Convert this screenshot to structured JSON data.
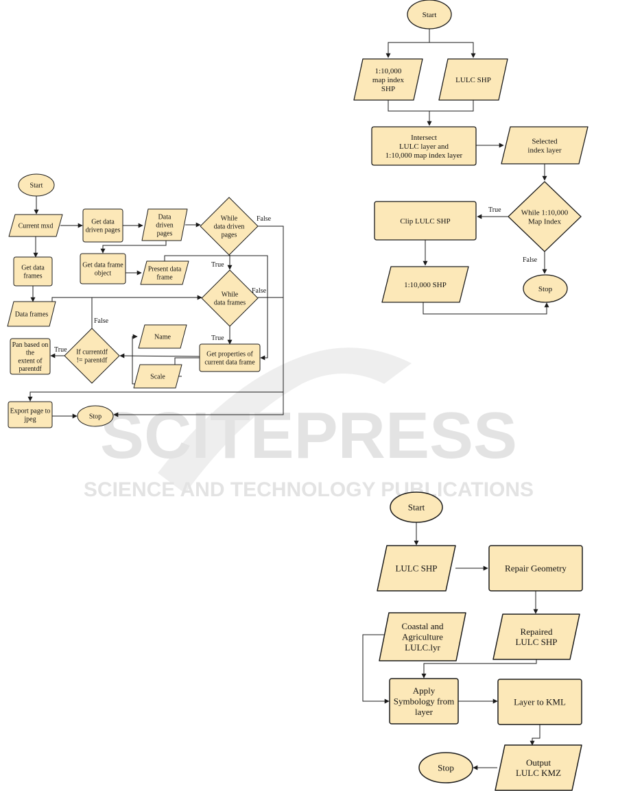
{
  "colors": {
    "fill": "#FCE8B8",
    "stroke": "#1a1a1a",
    "watermark": "#e3e3e3"
  },
  "watermark": {
    "title": "SCITEPRESS",
    "subtitle": "SCIENCE AND TECHNOLOGY PUBLICATIONS"
  },
  "diagram_left": {
    "nodes": {
      "start": "Start",
      "current_mxd": "Current mxd",
      "get_ddp": [
        "Get data",
        "driven pages"
      ],
      "ddp": [
        "Data",
        "driven",
        "pages"
      ],
      "while_ddp": [
        "While",
        "data driven",
        "pages"
      ],
      "get_df_obj": [
        "Get data frame",
        "object"
      ],
      "present_df": [
        "Present data",
        "frame"
      ],
      "get_frames": [
        "Get data",
        "frames"
      ],
      "data_frames": "Data frames",
      "while_df": [
        "While",
        "data frames"
      ],
      "name": "Name",
      "scale": "Scale",
      "if_current": [
        "If currentdf",
        "!= parentdf"
      ],
      "get_props": [
        "Get properties of",
        "current data frame"
      ],
      "pan": [
        "Pan based on",
        "the",
        "extent of",
        "parentdf"
      ],
      "export": [
        "Export page to",
        "jpeg"
      ],
      "stop": "Stop"
    },
    "labels": {
      "false1": "False",
      "true1": "True",
      "false2": "False",
      "true2": "True",
      "false3": "False",
      "true3": "True"
    }
  },
  "diagram_top_right": {
    "nodes": {
      "start": "Start",
      "map_index": [
        "1:10,000",
        "map index",
        "SHP"
      ],
      "lulc_shp": "LULC SHP",
      "intersect": [
        "Intersect",
        "LULC layer and",
        "1:10,000 map index layer"
      ],
      "selected": [
        "Selected",
        "index layer"
      ],
      "while_map": [
        "While 1:10,000",
        "Map Index"
      ],
      "clip": "Clip LULC SHP",
      "shp10k": "1:10,000 SHP",
      "stop": "Stop"
    },
    "labels": {
      "true": "True",
      "false": "False"
    }
  },
  "diagram_bottom_right": {
    "nodes": {
      "start": "Start",
      "lulc_shp": "LULC SHP",
      "repair": "Repair Geometry",
      "coastal": [
        "Coastal and",
        "Agriculture",
        "LULC.lyr"
      ],
      "repaired": [
        "Repaired",
        "LULC SHP"
      ],
      "apply": [
        "Apply",
        "Symbology from",
        "layer"
      ],
      "to_kml": "Layer to KML",
      "output": [
        "Output",
        "LULC KMZ"
      ],
      "stop": "Stop"
    }
  }
}
